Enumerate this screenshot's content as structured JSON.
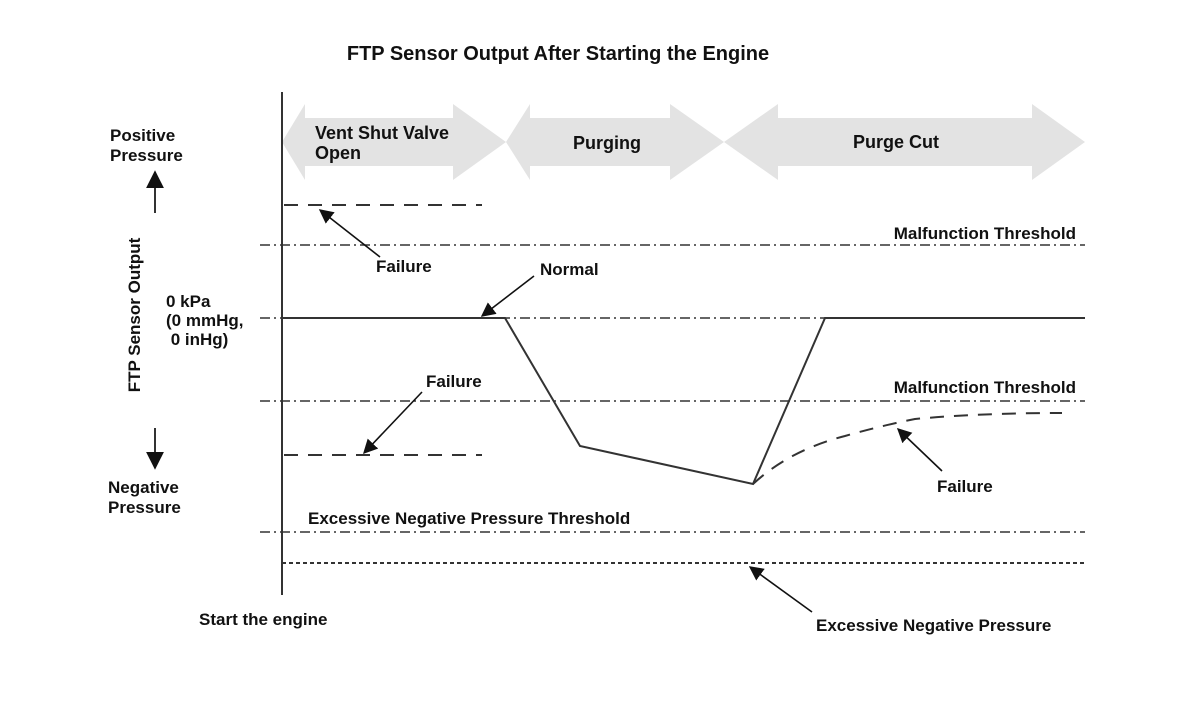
{
  "title": "FTP Sensor Output After Starting the Engine",
  "y_axis": {
    "label": "FTP Sensor Output",
    "positive": [
      "Positive",
      "Pressure"
    ],
    "negative": [
      "Negative",
      "Pressure"
    ],
    "zero": [
      "0 kPa",
      "(0 mmHg,",
      " 0 inHg)"
    ]
  },
  "x_axis": {
    "start_label": "Start the engine"
  },
  "phases": [
    {
      "label": [
        "Vent Shut Valve",
        "Open"
      ]
    },
    {
      "label": [
        "Purging"
      ]
    },
    {
      "label": [
        "Purge Cut"
      ]
    }
  ],
  "thresholds": {
    "upper_malfunction": "Malfunction Threshold",
    "lower_malfunction": "Malfunction Threshold",
    "excessive_negative": "Excessive Negative Pressure Threshold"
  },
  "annotations": {
    "normal": "Normal",
    "failure_high": "Failure",
    "failure_low": "Failure",
    "failure_recovery": "Failure",
    "excessive_negative_pressure": "Excessive Negative Pressure"
  },
  "colors": {
    "line": "#333333",
    "phase_arrow_fill": "#e3e3e3",
    "text": "#111111"
  }
}
